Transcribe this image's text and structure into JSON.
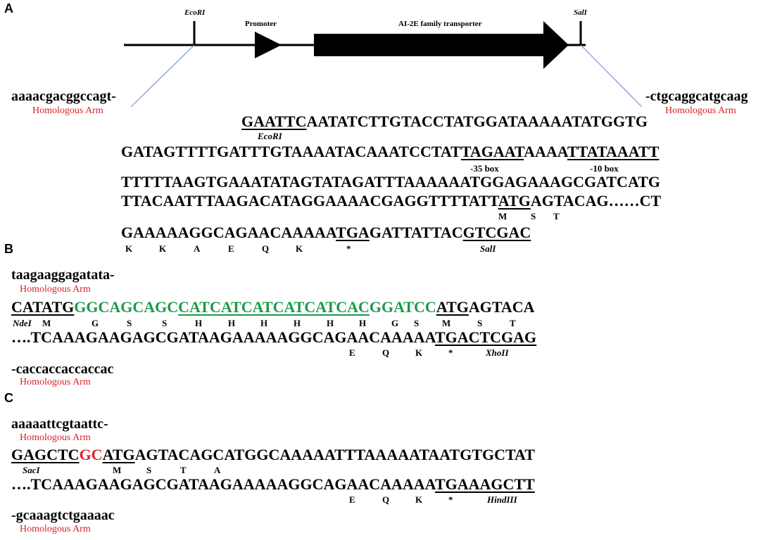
{
  "colors": {
    "arm": "#d9202a",
    "green": "#1a9a4a",
    "red": "#e0202a",
    "line": "#7b8fd8"
  },
  "panelA": {
    "label": "A",
    "ecori": "EcoRI",
    "promoter": "Promoter",
    "transporter": "AI-2E family transporter",
    "sali": "SalI",
    "left_arm_seq": "aaaacgacggccagt-",
    "right_arm_seq": "-ctgcaggcatgcaag",
    "arm_label": "Homologous Arm",
    "line1_u": "GAATTC",
    "line1_rest": "AATATCTTGTACCTATGGATAAAAATATGGTG",
    "ecori_italic": "EcoRI",
    "line2_a": "GATAGTTTTGATTTGTAAAATACAAATCCTAT",
    "line2_u1": "TAGAAT",
    "line2_b": "AAAA",
    "line2_u2": "TTATAAATT",
    "box35": "-35 box",
    "box10": "-10 box",
    "line3": "TTTTTAAGTGAAATATAGTATAGATTTAAAAAATGGAGAAAGCGATCATG",
    "line4_a": "TTACAATTTAAGACATAGGAAAACGAGGTTTTATT",
    "line4_u": "ATG",
    "line4_b": "AGTACAG……CT",
    "aa4": [
      "M",
      "S",
      "T"
    ],
    "line5_a": "GAAAAAGGCAGAACAAAAA",
    "line5_u1": "TGA",
    "line5_b": "GATTATTAC",
    "line5_u2": "GTCGAC",
    "aa5": [
      "K",
      "K",
      "A",
      "E",
      "Q",
      "K",
      "*"
    ],
    "sali_italic": "SalI"
  },
  "panelB": {
    "label": "B",
    "arm1_seq": "taagaaggagatata-",
    "arm_label": "Homologous Arm",
    "l1_u1": "CATATG",
    "l1_g1": "GGCAGCAGC",
    "l1_gu": "CATCATCATCATCATCAC",
    "l1_g2": "GGATCC",
    "l1_u2": "ATG",
    "l1_rest": "AGTACA",
    "ndei": "NdeI",
    "aa1": [
      "M",
      "G",
      "S",
      "S",
      "H",
      "H",
      "H",
      "H",
      "H",
      "H",
      "G",
      "S",
      "M",
      "S",
      "T"
    ],
    "l2_a": "….TCAAAGAAGAGCGATAAGAAAAAGGCAGAACAAAAA",
    "l2_u": "TGACTCGAG",
    "aa2": [
      "E",
      "Q",
      "K",
      "*"
    ],
    "xhoi": "XhoII",
    "arm2_seq": "-caccaccaccaccac"
  },
  "panelC": {
    "label": "C",
    "arm1_seq": "aaaaattcgtaattc-",
    "arm_label": "Homologous Arm",
    "l1_u1": "GAGCTC",
    "l1_red": "GC",
    "l1_u2": "ATG",
    "l1_rest": "AGTACAGCATGGCAAAAATTTAAAAATAATGTGCTAT",
    "saci": "SacI",
    "aa1": [
      "M",
      "S",
      "T",
      "A"
    ],
    "l2_a": "….TCAAAGAAGAGCGATAAGAAAAAGGCAGAACAAAAA",
    "l2_u": "TGAAAGCTT",
    "aa2": [
      "E",
      "Q",
      "K",
      "*"
    ],
    "hindiii": "HindIII",
    "arm2_seq": "-gcaaagtctgaaaac"
  }
}
